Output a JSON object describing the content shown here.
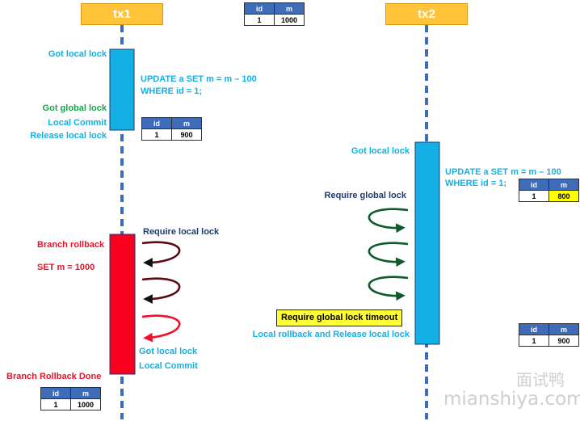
{
  "participants": {
    "tx1": "tx1",
    "tx2": "tx2"
  },
  "tables": {
    "initial": {
      "headers": [
        "id",
        "m"
      ],
      "row": [
        "1",
        "1000"
      ]
    },
    "tx1_after_update": {
      "headers": [
        "id",
        "m"
      ],
      "row": [
        "1",
        "900"
      ]
    },
    "tx2_after_update": {
      "headers": [
        "id",
        "m"
      ],
      "row": [
        "1",
        "800"
      ]
    },
    "tx2_after_rollback": {
      "headers": [
        "id",
        "m"
      ],
      "row": [
        "1",
        "900"
      ]
    },
    "tx1_after_rollback": {
      "headers": [
        "id",
        "m"
      ],
      "row": [
        "1",
        "1000"
      ]
    }
  },
  "tx1_labels": {
    "got_local_lock": "Got local lock",
    "update_line1": "UPDATE a SET m = m – 100",
    "update_line2": "WHERE id = 1;",
    "got_global_lock": "Got global lock",
    "local_commit": "Local Commit",
    "release_local_lock": "Release local lock",
    "branch_rollback": "Branch rollback",
    "set_m": "SET m = 1000",
    "require_local_lock": "Require local lock",
    "got_local_lock_2": "Got local lock",
    "local_commit_2": "Local Commit",
    "branch_rollback_done": "Branch Rollback Done"
  },
  "tx2_labels": {
    "got_local_lock": "Got local lock",
    "update_line1": "UPDATE a SET m = m – 100",
    "update_line2": "WHERE id = 1;",
    "require_global_lock": "Require global lock",
    "timeout": "Require global lock timeout",
    "local_rollback": "Local rollback and Release local lock"
  },
  "colors": {
    "lifeline": "#3E6CB8",
    "tx2_activation": "#12B0E4",
    "tx1_activation": "#12B0E4",
    "tx1_rollback": "#F8001E",
    "green_arrow": "#0E5A2A",
    "dark_red_arrow": "#5A0A12",
    "red_arrow": "#F0102A",
    "header": "#FFC43A"
  },
  "watermark": {
    "cn": "面试鸭",
    "site": "mianshiya.com"
  }
}
